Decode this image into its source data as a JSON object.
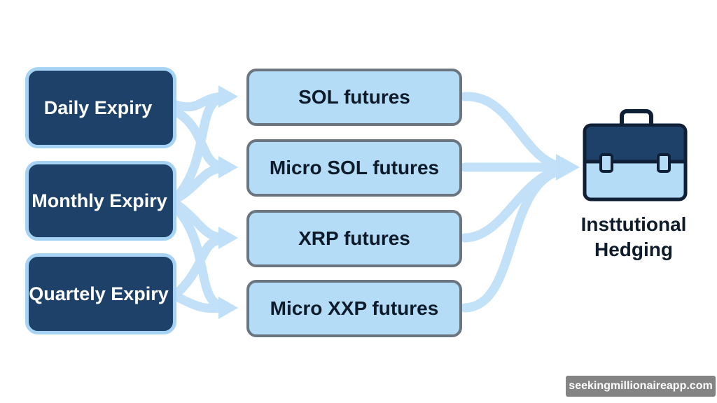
{
  "expiries": {
    "daily": "Daily Expiry",
    "monthly": "Monthly Expiry",
    "quarterly": "Quartely Expiry"
  },
  "products": {
    "sol": "SOL futures",
    "micro_sol": "Micro SOL futures",
    "xrp": "XRP futures",
    "micro_xxp": "Micro XXP futures"
  },
  "target": {
    "line1": "Insttutional",
    "line2": "Hedging",
    "icon": "briefcase-icon"
  },
  "watermark": "seekingmillionaireapp.com",
  "colors": {
    "expiry_fill": "#1e416a",
    "expiry_border": "#a6d2f3",
    "product_fill": "#b5dcf7",
    "product_border": "#6b7580",
    "flow": "#a9d4f5"
  }
}
